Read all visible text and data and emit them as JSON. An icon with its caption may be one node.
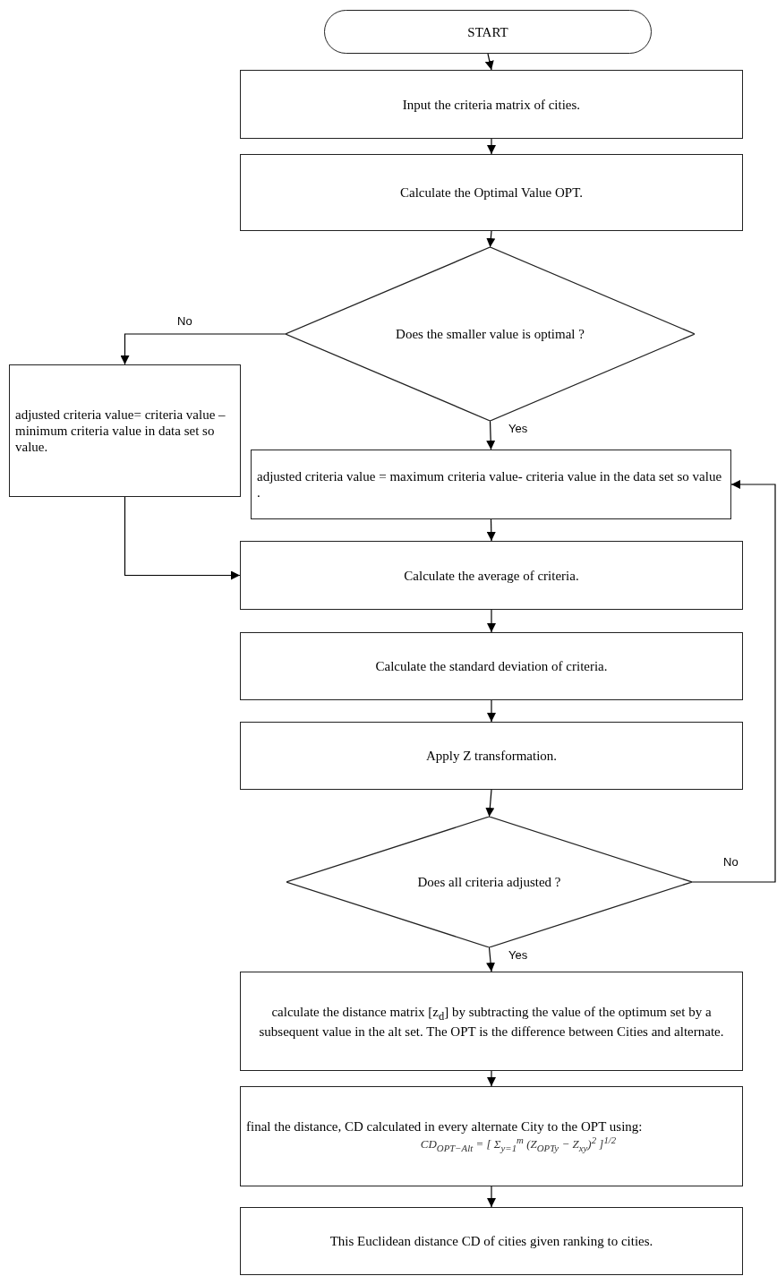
{
  "diagram": {
    "nodes": [
      {
        "text": [
          "START"
        ]
      },
      {
        "text": [
          "Input the criteria matrix of cities."
        ]
      },
      {
        "text": [
          "Calculate the Optimal Value OPT."
        ]
      },
      {
        "text": [
          "Does the smaller value is optimal ?"
        ]
      },
      {
        "text": [
          "adjusted criteria value= criteria value – minimum criteria value in data set so value."
        ]
      },
      {
        "text": [
          "adjusted criteria value = maximum criteria value- criteria value in the data set so value ."
        ]
      },
      {
        "text": [
          "Calculate the average of criteria."
        ]
      },
      {
        "text": [
          "Calculate the standard deviation of criteria."
        ]
      },
      {
        "text": [
          "Apply Z transformation."
        ]
      },
      {
        "text": [
          "Does all criteria adjusted ?"
        ]
      },
      {
        "text": [
          "calculate the distance matrix [z$_{d}$] by subtracting the value of the optimum set by a subsequent value in the alt set. The OPT  is the difference between Cities and alternate."
        ]
      },
      {
        "text": [
          "final the distance, CD  calculated in every alternate City to the OPT using:",
          "CD$_{OPT−Alt}$ = [ Σ$_{y=1}$$^{m}$ (Z$_{OPTy}$ − Z$_{xy}$)$^{2}$ ]$^{1/2}$"
        ]
      },
      {
        "text": [
          "This Euclidean distance CD of cities given  ranking to cities."
        ]
      }
    ],
    "edges": [
      {
        "from": 0,
        "to": 1,
        "arrow": "to"
      },
      {
        "from": 1,
        "to": 2,
        "arrow": "to"
      },
      {
        "from": 2,
        "to": 3,
        "arrow": "to"
      },
      {
        "from": 3,
        "to": 4,
        "arrow": "to",
        "label": "No"
      },
      {
        "from": 3,
        "to": 5,
        "arrow": "to",
        "label": "Yes"
      },
      {
        "from": 4,
        "to": 6,
        "arrow": "to"
      },
      {
        "from": 5,
        "to": 6,
        "arrow": "to"
      },
      {
        "from": 6,
        "to": 7,
        "arrow": "to"
      },
      {
        "from": 7,
        "to": 8,
        "arrow": "to"
      },
      {
        "from": 8,
        "to": 9,
        "arrow": "to"
      },
      {
        "from": 9,
        "to": 5,
        "arrow": "to",
        "label": "No"
      },
      {
        "from": 9,
        "to": 10,
        "arrow": "to",
        "label": "Yes"
      },
      {
        "from": 10,
        "to": 11,
        "arrow": "to"
      },
      {
        "from": 11,
        "to": 12,
        "arrow": "to"
      }
    ]
  }
}
